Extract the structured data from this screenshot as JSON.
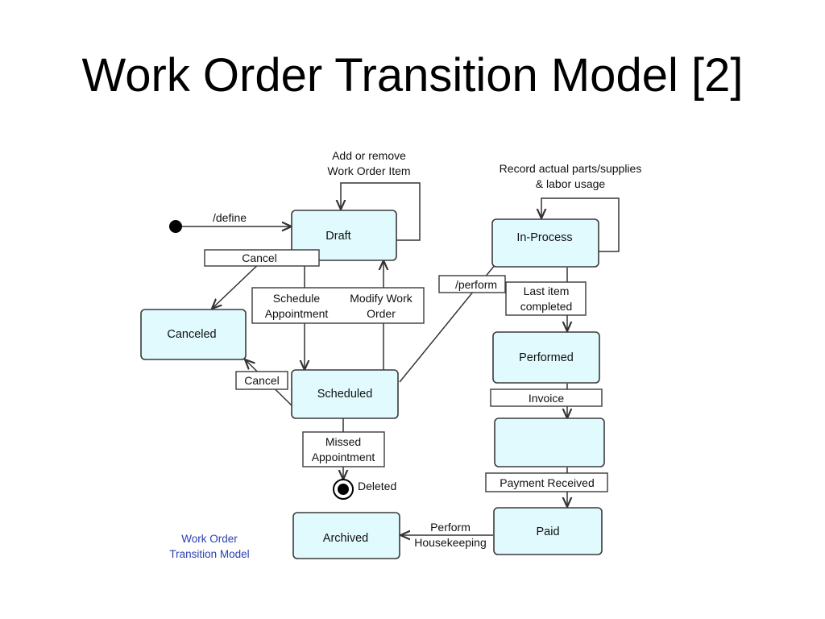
{
  "title": "Work Order Transition Model [2]",
  "caption": [
    "Work Order",
    "Transition Model"
  ],
  "states": {
    "draft": "Draft",
    "canceled": "Canceled",
    "scheduled": "Scheduled",
    "in_process": "In-Process",
    "performed": "Performed",
    "unnamed": "",
    "paid": "Paid",
    "archived": "Archived",
    "deleted": "Deleted"
  },
  "transitions": {
    "define": "/define",
    "add_remove": [
      "Add or remove",
      "Work Order Item"
    ],
    "cancel_from_draft": "Cancel",
    "schedule": [
      "Schedule",
      "Appointment"
    ],
    "modify": [
      "Modify Work",
      "Order"
    ],
    "cancel_from_scheduled": "Cancel",
    "perform": "/perform",
    "record_usage": [
      "Record actual parts/supplies",
      "& labor usage"
    ],
    "last_item": [
      "Last item",
      "completed"
    ],
    "invoice": "Invoice",
    "payment_received": "Payment Received",
    "missed": [
      "Missed",
      "Appointment"
    ],
    "housekeeping": [
      "Perform",
      "Housekeeping"
    ]
  }
}
